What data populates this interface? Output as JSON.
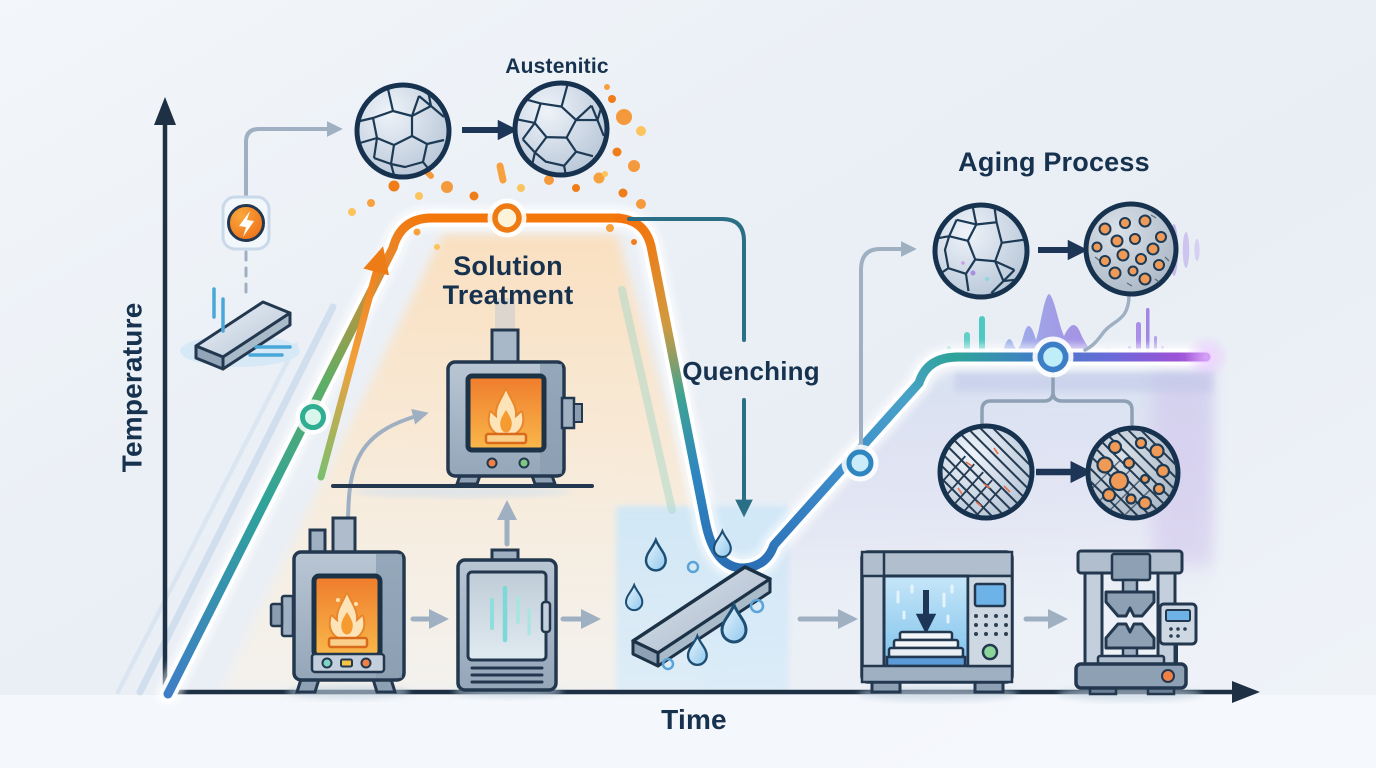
{
  "labels": {
    "austenitic": "Austenitic",
    "solution_treatment": "Solution Treatment",
    "quenching": "Quenching",
    "aging_process": "Aging Process"
  },
  "axes": {
    "y_label": "Temperature",
    "x_label": "Time"
  },
  "colors": {
    "axis_navy": "#1d3044",
    "text_navy": "#16324f",
    "heat_orange": "#f4770c",
    "spark_orange": "#f59a3c",
    "rise_blue": "#3a79c3",
    "rise_teal": "#2fa39a",
    "quench_blue": "#2a6db4",
    "aging_teal": "#2fa39a",
    "aging_purple": "#9b53d6",
    "connector_gray": "#9fb0c3",
    "solution_zone_cream": "#fae4c6",
    "quench_zone_blue": "#d5e9f7",
    "aging_zone_lavender": "#d6d5ef"
  },
  "icons": {
    "lightning": "lightning-icon",
    "raw_plate": "raw-metal-plate-icon",
    "grain": "grain-structure-icon",
    "austenite_grain": "austenite-grain-icon",
    "furnace": "furnace-icon",
    "solution_furnace": "solution-furnace-icon",
    "cooling_cabinet": "cooling-cabinet-icon",
    "quench_plate": "quench-plate-droplets-icon",
    "quench_tank": "quench-tank-icon",
    "tensile_tester": "tensile-tester-icon",
    "martensite": "martensite-grain-icon",
    "precipitates": "precipitate-grain-icon",
    "waveform": "waveform-decoration"
  }
}
